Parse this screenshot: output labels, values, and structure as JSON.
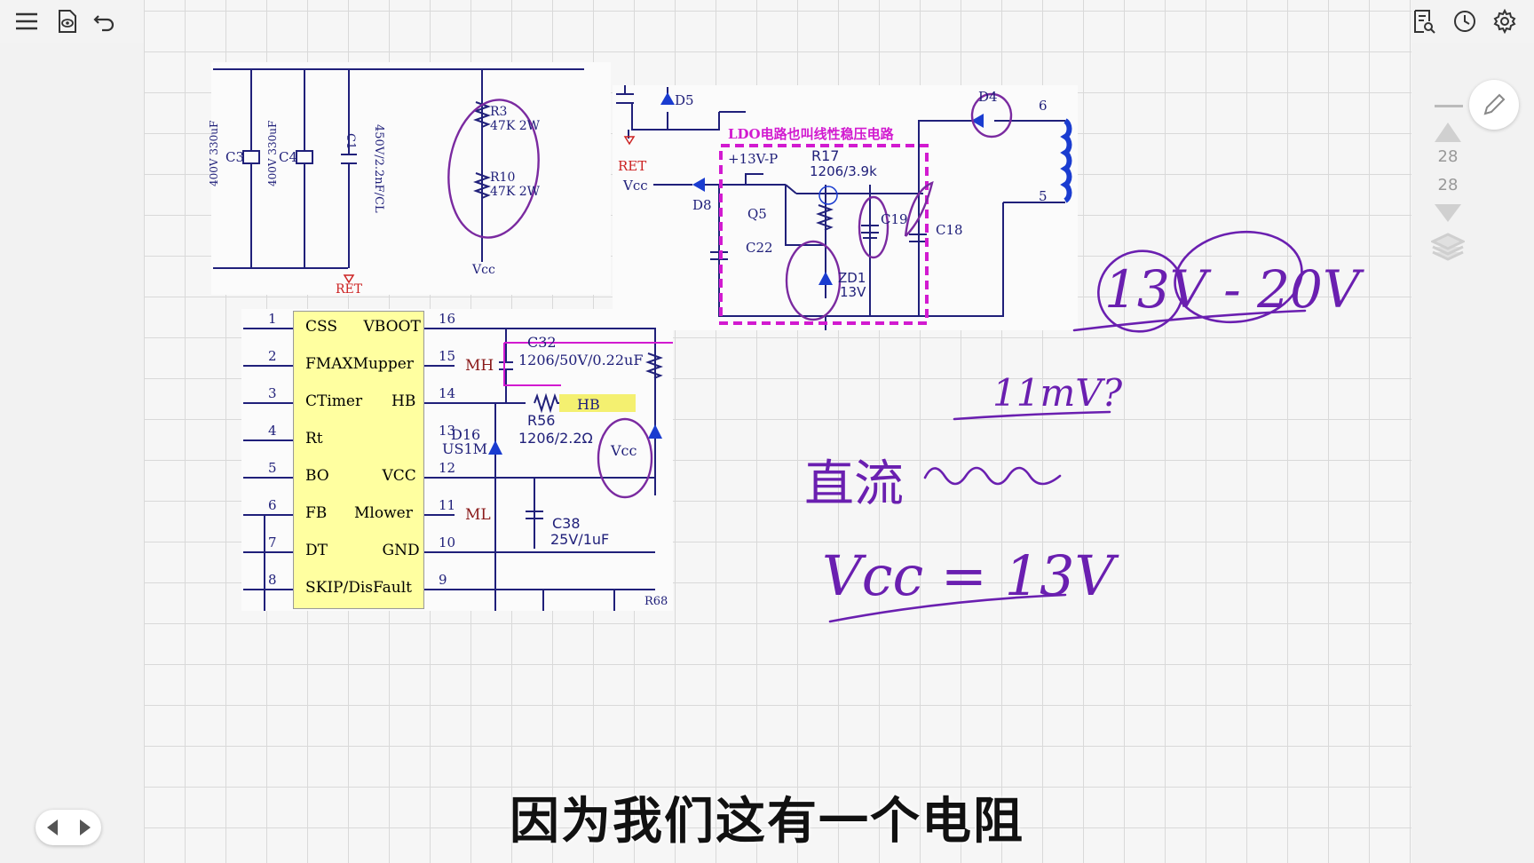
{
  "toolbar": {
    "icons_left": [
      "menu-icon",
      "view-icon",
      "undo-icon",
      "chevron-down-icon"
    ],
    "icons_right": [
      "copy-pages-icon",
      "list-icon",
      "page-icon",
      "search-doc-icon",
      "history-icon",
      "settings-icon"
    ]
  },
  "side_panel": {
    "page_up": "28",
    "page_down": "28"
  },
  "schematic_top_left": {
    "caps": [
      "400V 330uF",
      "C3",
      "400V 330uF",
      "C4",
      "C1",
      "450V/2.2nF/CL"
    ],
    "resistors": [
      "R3",
      "47K 2W",
      "R10",
      "47K 2W"
    ],
    "labels": [
      "RET",
      "Vcc"
    ]
  },
  "schematic_top_right": {
    "ldo_label": "LDO电路也叫线性稳压电路",
    "labels": [
      "D5",
      "D4",
      "RET",
      "Vcc",
      "D8",
      "+13V-P",
      "R17",
      "1206/3.9k",
      "Q5",
      "C22",
      "C19",
      "C18",
      "ZD1",
      "13V",
      "6",
      "5"
    ]
  },
  "ic": {
    "left_pins": [
      {
        "num": "1",
        "name": "CSS"
      },
      {
        "num": "2",
        "name": "FMAXMupper"
      },
      {
        "num": "3",
        "name": "CTimer"
      },
      {
        "num": "4",
        "name": "Rt"
      },
      {
        "num": "5",
        "name": "BO"
      },
      {
        "num": "6",
        "name": "FB"
      },
      {
        "num": "7",
        "name": "DT"
      },
      {
        "num": "8",
        "name": "SKIP/Dis"
      }
    ],
    "right_pins": [
      {
        "num": "16",
        "name": "VBOOT"
      },
      {
        "num": "15",
        "name": "Mupper"
      },
      {
        "num": "14",
        "name": "HB"
      },
      {
        "num": "13",
        "name": ""
      },
      {
        "num": "12",
        "name": "VCC"
      },
      {
        "num": "11",
        "name": "Mlower"
      },
      {
        "num": "10",
        "name": "GND"
      },
      {
        "num": "9",
        "name": "Fault"
      }
    ],
    "net_labels": {
      "mh": "MH",
      "ml": "ML",
      "hb": "HB",
      "vcc": "Vcc"
    },
    "parts": {
      "c32": "C32",
      "c32_val": "1206/50V/0.22uF",
      "r56": "R56",
      "r56_val": "1206/2.2Ω",
      "d16": "D16",
      "d16_val": "US1M",
      "c38": "C38",
      "c38_val": "25V/1uF",
      "r68": "R68"
    }
  },
  "handwriting": {
    "range": "13V - 20V",
    "ripple": "11mV?",
    "dc": "直流",
    "vcc": "Vcc = 13V"
  },
  "subtitle": "因为我们这有一个电阻"
}
